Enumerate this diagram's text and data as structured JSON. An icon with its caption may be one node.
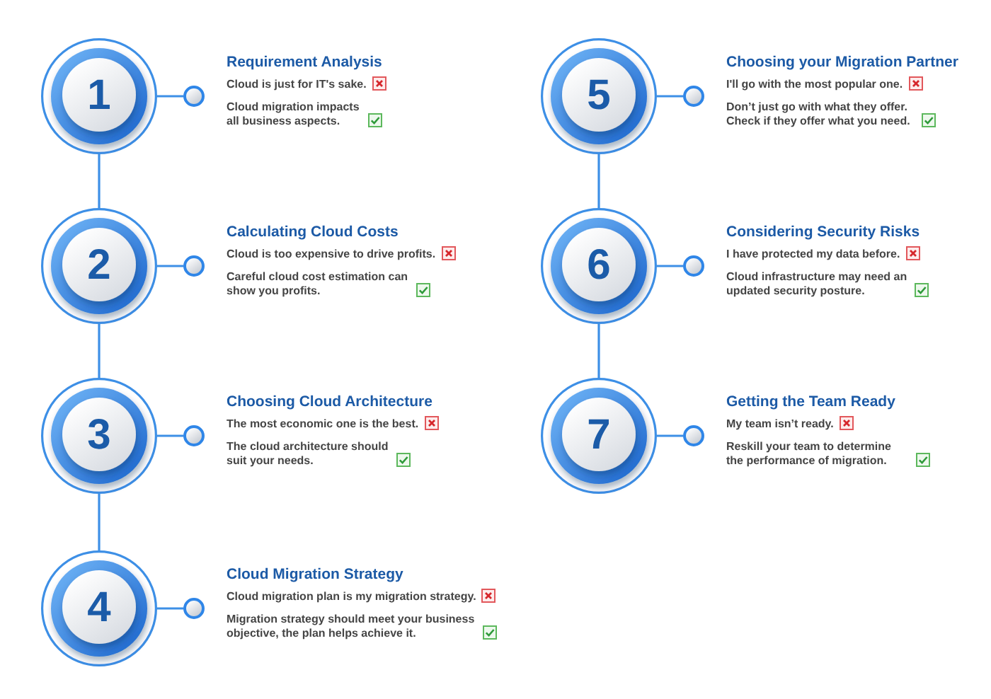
{
  "diagram": {
    "nodes": [
      {
        "text": [
          "1"
        ]
      },
      {
        "text": [],
        "shape": "circle",
        "beside": [
          "Requirement Analysis",
          "Cloud is just for IT's sake.",
          "Cloud migration impacts all business aspects."
        ]
      },
      {
        "text": [
          "2"
        ]
      },
      {
        "text": [],
        "shape": "circle",
        "beside": [
          "Calculating Cloud Costs",
          "Cloud is too expensive to drive profits.",
          "Careful cloud cost estimation can show you profits."
        ]
      },
      {
        "text": [
          "3"
        ]
      },
      {
        "text": [],
        "shape": "circle",
        "beside": [
          "Choosing Cloud Architecture",
          "The most economic one is the best.",
          "The cloud architecture should suit your needs."
        ]
      },
      {
        "text": [
          "4"
        ]
      },
      {
        "text": [],
        "shape": "circle",
        "beside": [
          "Cloud Migration Strategy",
          "Cloud migration plan is my migration strategy.",
          "Migration strategy should meet your business objective, the plan helps achieve it."
        ]
      },
      {
        "text": [
          "5"
        ]
      },
      {
        "text": [],
        "shape": "circle",
        "beside": [
          "Choosing your Migration Partner",
          "I'll go with the most popular one.",
          "Don’t just go with what they offer. Check if they offer what you need."
        ]
      },
      {
        "text": [
          "6"
        ]
      },
      {
        "text": [],
        "shape": "circle",
        "beside": [
          "Considering Security Risks",
          "I have protected my data before.",
          "Cloud infrastructure may need an updated security posture."
        ]
      },
      {
        "text": [
          "7"
        ]
      },
      {
        "text": [],
        "shape": "circle",
        "beside": [
          "Getting the Team Ready",
          "My team isn’t ready.",
          "Reskill your team to determine the performance of migration."
        ]
      }
    ],
    "edges": [
      {
        "from": 0,
        "to": 1,
        "arrow": "none"
      },
      {
        "from": 0,
        "to": 2,
        "arrow": "none"
      },
      {
        "from": 2,
        "to": 3,
        "arrow": "none"
      },
      {
        "from": 2,
        "to": 4,
        "arrow": "none"
      },
      {
        "from": 4,
        "to": 5,
        "arrow": "none"
      },
      {
        "from": 4,
        "to": 6,
        "arrow": "none"
      },
      {
        "from": 6,
        "to": 7,
        "arrow": "none"
      },
      {
        "from": 8,
        "to": 9,
        "arrow": "none"
      },
      {
        "from": 8,
        "to": 10,
        "arrow": "none"
      },
      {
        "from": 10,
        "to": 11,
        "arrow": "none"
      },
      {
        "from": 10,
        "to": 12,
        "arrow": "none"
      },
      {
        "from": 12,
        "to": 13,
        "arrow": "none"
      }
    ]
  }
}
